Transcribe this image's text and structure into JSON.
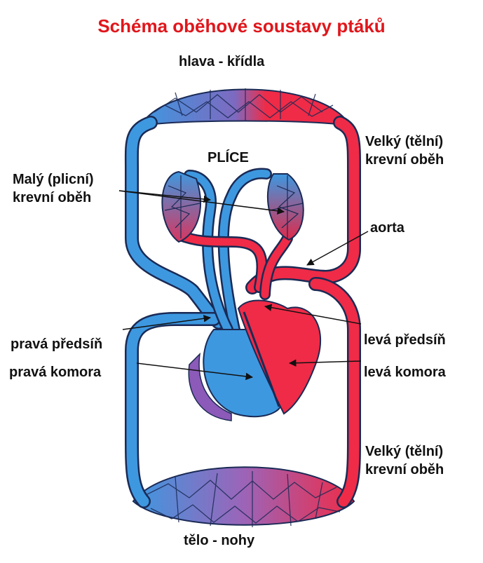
{
  "title": "Schéma oběhové soustavy ptáků",
  "labels": {
    "top": "hlava - křídla",
    "bottom": "tělo - nohy",
    "lungs": "PLÍCE",
    "small_circ": [
      "Malý (plicní)",
      "krevní oběh"
    ],
    "big_circ_top": [
      "Velký (tělní)",
      "krevní oběh"
    ],
    "big_circ_bottom": [
      "Velký (tělní)",
      "krevní oběh"
    ],
    "aorta": "aorta",
    "right_atrium": "pravá předsíň",
    "right_ventricle": "pravá komora",
    "left_atrium": "levá předsíň",
    "left_ventricle": "levá komora"
  },
  "colors": {
    "title": "#e0161b",
    "oxygenated": "#ef2b47",
    "deoxygenated": "#3d98e0",
    "vessel_outline": "#1a2a55"
  }
}
